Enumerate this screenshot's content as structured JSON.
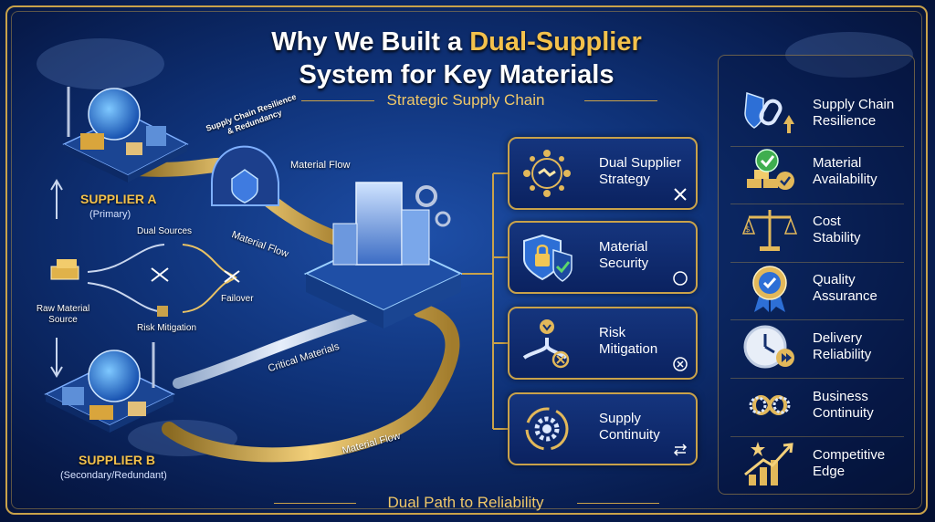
{
  "title": {
    "line1_a": "Why We Built a ",
    "line1_b": "Dual-Supplier",
    "line2": "System for Key Materials"
  },
  "subtitle": "Strategic Supply Chain",
  "footer": "Dual Path to Reliability",
  "diagram": {
    "supplier_a": {
      "name": "SUPPLIER A",
      "role": "(Primary)"
    },
    "supplier_b": {
      "name": "SUPPLIER B",
      "role": "(Secondary/Redundant)"
    },
    "raw_source": "Raw Material Source",
    "dual_sources": "Dual Sources",
    "risk_mitigation": "Risk Mitigation",
    "failover": "Failover",
    "resilience_banner": "Supply Chain Resilience & Redundancy",
    "material_flow_1": "Material Flow",
    "material_flow_2": "Material Flow",
    "material_flow_3": "Material Flow",
    "critical_materials": "Critical Materials"
  },
  "cards": [
    {
      "label_1": "Dual Supplier",
      "label_2": "Strategy",
      "icon": "network-handshake-icon"
    },
    {
      "label_1": "Material",
      "label_2": "Security",
      "icon": "shield-lock-icon"
    },
    {
      "label_1": "Risk",
      "label_2": "Mitigation",
      "icon": "split-arrow-icon"
    },
    {
      "label_1": "Supply",
      "label_2": "Continuity",
      "icon": "gear-cycle-icon"
    }
  ],
  "benefits": [
    {
      "label_1": "Supply Chain",
      "label_2": "Resilience",
      "icon": "chain-shield-icon"
    },
    {
      "label_1": "Material",
      "label_2": "Availability",
      "icon": "stock-check-icon"
    },
    {
      "label_1": "Cost",
      "label_2": "Stability",
      "icon": "balance-scale-icon"
    },
    {
      "label_1": "Quality",
      "label_2": "Assurance",
      "icon": "quality-badge-icon"
    },
    {
      "label_1": "Delivery",
      "label_2": "Reliability",
      "icon": "clock-icon"
    },
    {
      "label_1": "Business",
      "label_2": "Continuity",
      "icon": "infinity-gear-icon"
    },
    {
      "label_1": "Competitive",
      "label_2": "Edge",
      "icon": "growth-arrow-icon"
    }
  ],
  "colors": {
    "gold": "#c9a24a",
    "accent": "#f3c14c",
    "navy": "#0b2260"
  }
}
